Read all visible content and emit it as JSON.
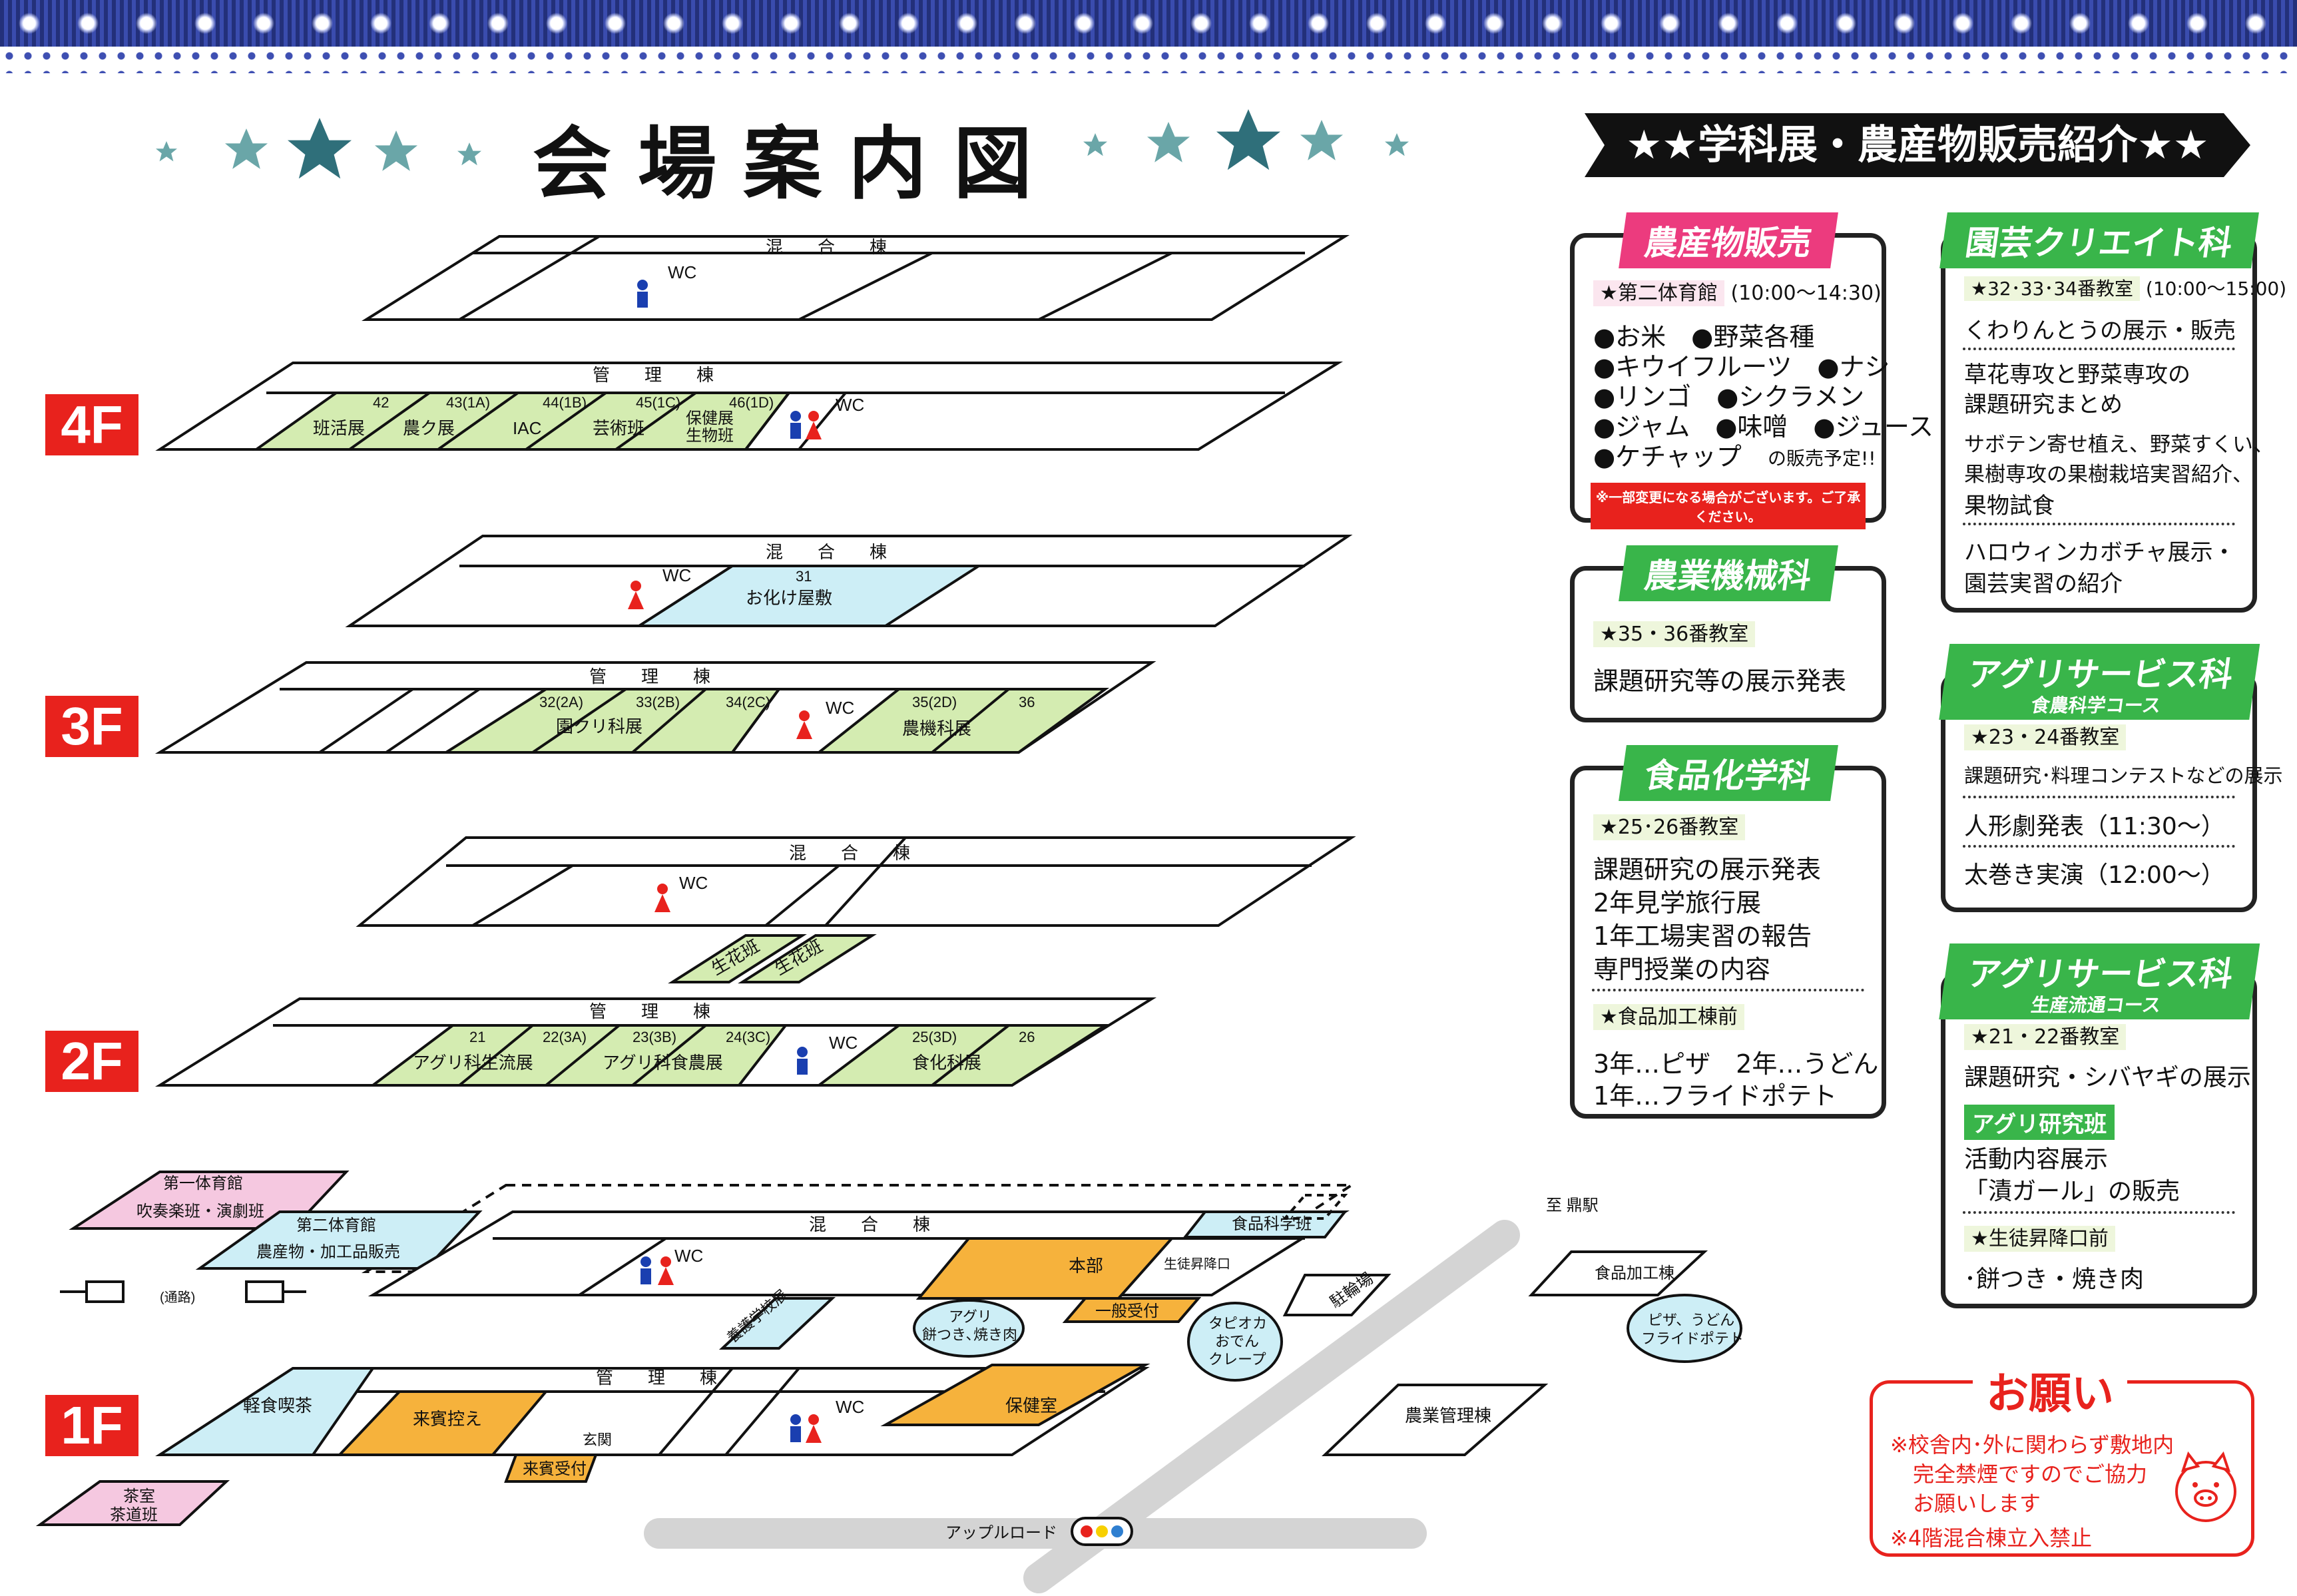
{
  "title": "会場案内図",
  "banner": "★★学科展・農産物販売紹介★★",
  "floors": {
    "f4": "4F",
    "f3": "3F",
    "f2": "2F",
    "f1": "1F"
  },
  "map": {
    "konkou": {
      "f4": "混　　合　　棟",
      "f3": "混　　合　　棟",
      "f2": "混　　合　　棟",
      "f1": "混　　合　　棟"
    },
    "kanri": {
      "f4": "管　　理　　棟",
      "f3": "管　　理　　棟",
      "f2": "管　　理　　棟",
      "f1": "管　　理　　棟"
    },
    "wc": "WC",
    "f4_rooms": [
      {
        "num": "42",
        "name": "班活展"
      },
      {
        "num": "43(1A)",
        "name": "農ク展"
      },
      {
        "num": "44(1B)",
        "name": "IAC"
      },
      {
        "num": "45(1C)",
        "name": "芸術班"
      },
      {
        "num": "46(1D)",
        "name": "保健展\n生物班"
      }
    ],
    "f4_konkou_room": {
      "num": "31",
      "name": "お化け屋敷"
    },
    "f3_rooms": [
      {
        "num": "32(2A)"
      },
      {
        "num": "33(2B)"
      },
      {
        "num": "34(2C)"
      },
      {
        "num": "35(2D)"
      },
      {
        "num": "36"
      }
    ],
    "f3_names": {
      "enkuri": "園クリ科展",
      "nouki": "農機科展"
    },
    "f2_seika": [
      "生花班",
      "生花班"
    ],
    "f2_rooms": [
      {
        "num": "21"
      },
      {
        "num": "22(3A)"
      },
      {
        "num": "23(3B)"
      },
      {
        "num": "24(3C)"
      },
      {
        "num": "25(3D)"
      },
      {
        "num": "26"
      }
    ],
    "f2_names": {
      "seiryu": "アグリ科生流展",
      "shokunou": "アグリ科食農展",
      "shokka": "食化科展"
    },
    "f1": {
      "gym1_a": "第一体育館",
      "gym1_b": "吹奏楽班・演劇班",
      "gym2_a": "第二体育館",
      "gym2_b": "農産物・加工品販売",
      "passage": "(通路)",
      "shokuhin_kagaku": "食品科学班",
      "honbu": "本部",
      "seito_kouka": "生徒昇降口",
      "ippan": "一般受付",
      "yougo": "養護学校展",
      "agri_bubble": "アグリ\n餅つき､焼き肉",
      "tapioca": "タピオカ\nおでん\nクレープ",
      "churin": "駐輪場",
      "shokuhin_kakou": "食品加工棟",
      "pizza": "ピザ、うどん\nフライドポテト",
      "kashoku": "軽食喫茶",
      "raihin_hikae": "来賓控え",
      "genkan": "玄関",
      "raihin_uketsuke": "来賓受付",
      "hokenshitsu": "保健室",
      "nougyou_kanri": "農業管理棟",
      "chashitsu_a": "茶室",
      "chashitsu_b": "茶道班",
      "station": "至 鼎駅",
      "apple": "アップルロード"
    }
  },
  "cards": {
    "nousan": {
      "tag": "農産物販売",
      "place": "★第二体育館",
      "time": "(10:00〜14:30)",
      "items": [
        "●お米　●野菜各種",
        "●キウイフルーツ　●ナシ",
        "●リンゴ　●シクラメン",
        "●ジャム　●味噌　●ジュース",
        "●ケチャップ"
      ],
      "yotei": "の販売予定!!",
      "note": "※一部変更になる場合がございます。ご了承ください。"
    },
    "engei": {
      "tag": "園芸クリエイト科",
      "place": "★32･33･34番教室",
      "time": "(10:00〜15:00)",
      "lines": [
        "くわりんとうの展示・販売",
        "草花専攻と野菜専攻の",
        "課題研究まとめ",
        "サボテン寄せ植え、野菜すくい、",
        "果樹専攻の果樹栽培実習紹介、",
        "果物試食",
        "ハロウィンカボチャ展示・",
        "園芸実習の紹介"
      ]
    },
    "kikai": {
      "tag": "農業機械科",
      "place": "★35・36番教室",
      "lines": [
        "課題研究等の展示発表"
      ]
    },
    "shokka": {
      "tag": "食品化学科",
      "place": "★25･26番教室",
      "lines": [
        "課題研究の展示発表",
        "2年見学旅行展",
        "1年工場実習の報告",
        "専門授業の内容"
      ],
      "place2": "★食品加工棟前",
      "lines2": [
        "3年…ピザ　2年…うどん",
        "1年…フライドポテト"
      ]
    },
    "agri_shoku": {
      "tag": "アグリサービス科",
      "sub": "食農科学コース",
      "place": "★23・24番教室",
      "lines": [
        "課題研究･料理コンテストなどの展示",
        "人形劇発表（11:30〜）",
        "太巻き実演（12:00〜）"
      ]
    },
    "agri_seiryu": {
      "tag": "アグリサービス科",
      "sub": "生産流通コース",
      "place": "★21・22番教室",
      "lines": [
        "課題研究・シバヤギの展示"
      ],
      "subtag": "アグリ研究班",
      "lines2": [
        "活動内容展示",
        "「漬ガール」の販売"
      ],
      "place2": "★生徒昇降口前",
      "lines3": [
        "･餅つき・焼き肉"
      ]
    }
  },
  "notice": {
    "head": "お願い",
    "lines": [
      "※校舎内･外に関わらず敷地内",
      "完全禁煙ですのでご協力",
      "お願いします",
      "※4階混合棟立入禁止"
    ]
  },
  "colors": {
    "green": "#d4ecb1",
    "blue": "#cdeef6",
    "orange": "#f6b23c",
    "pink": "#f5c8e0",
    "red": "#e8221d",
    "accent_green": "#39b54a",
    "accent_pink": "#ec3b7e"
  }
}
